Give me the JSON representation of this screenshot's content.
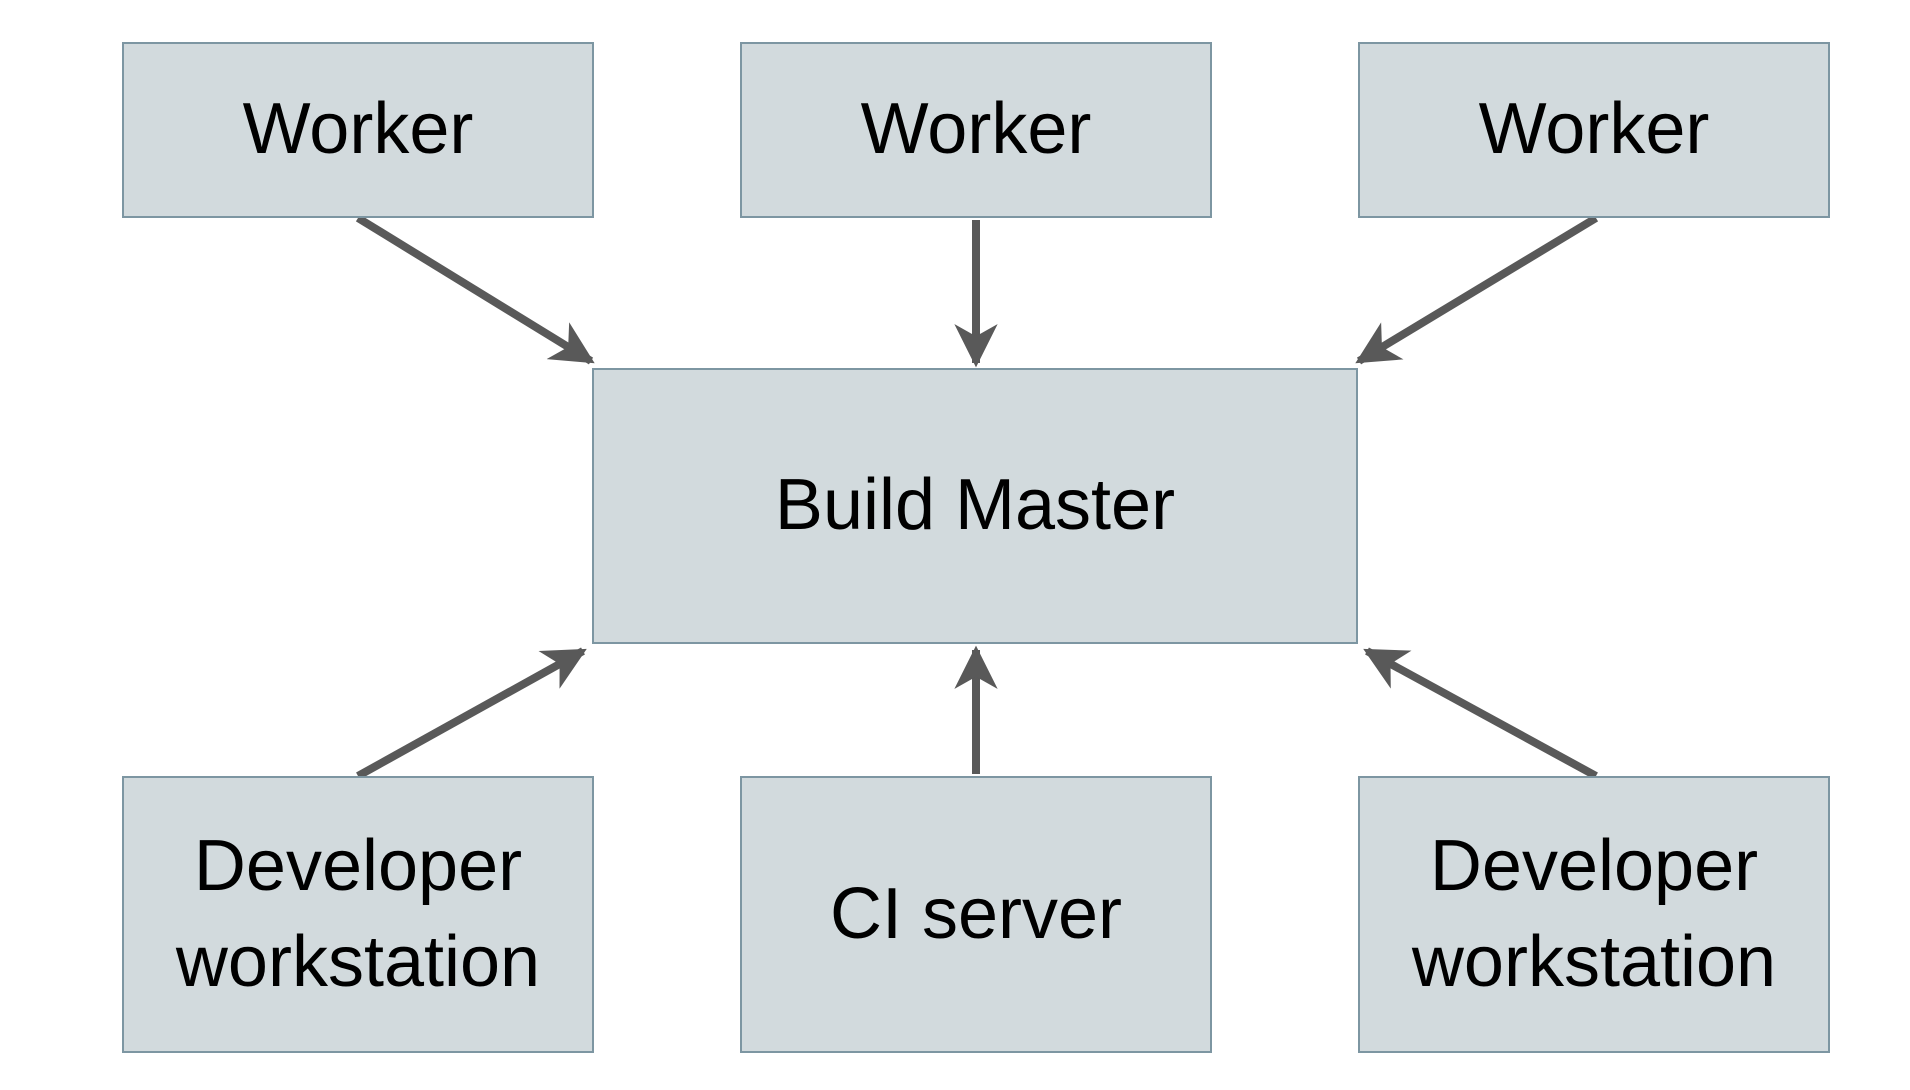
{
  "diagram": {
    "type": "architecture-flow",
    "background": "#ffffff",
    "colors": {
      "node_fill": "#d2dadd",
      "node_border": "#7d96a2",
      "arrow": "#595959",
      "label_text": "#000000"
    },
    "nodes": [
      {
        "id": "worker-1",
        "label": "Worker",
        "row": "top"
      },
      {
        "id": "worker-2",
        "label": "Worker",
        "row": "top"
      },
      {
        "id": "worker-3",
        "label": "Worker",
        "row": "top"
      },
      {
        "id": "build-master",
        "label": "Build Master",
        "row": "middle"
      },
      {
        "id": "developer-workstation-1",
        "label": "Developer workstation",
        "row": "bottom"
      },
      {
        "id": "ci-server",
        "label": "CI server",
        "row": "bottom"
      },
      {
        "id": "developer-workstation-2",
        "label": "Developer workstation",
        "row": "bottom"
      }
    ],
    "edges": [
      {
        "from": "worker-1",
        "to": "build-master"
      },
      {
        "from": "worker-2",
        "to": "build-master"
      },
      {
        "from": "worker-3",
        "to": "build-master"
      },
      {
        "from": "developer-workstation-1",
        "to": "build-master"
      },
      {
        "from": "ci-server",
        "to": "build-master"
      },
      {
        "from": "developer-workstation-2",
        "to": "build-master"
      }
    ]
  }
}
